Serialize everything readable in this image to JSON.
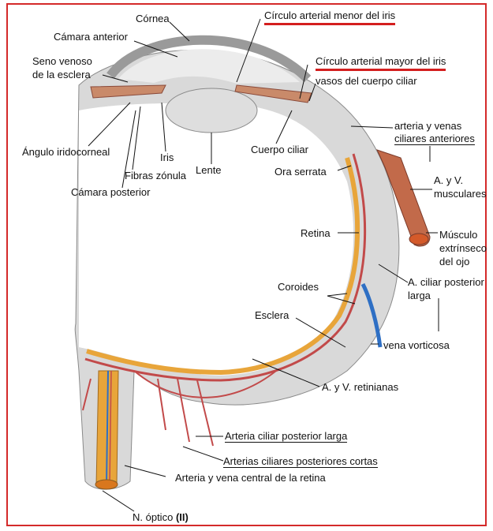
{
  "colors": {
    "frame": "#d42a2a",
    "sclera": "#d8d8d8",
    "retina": "#e8a53a",
    "choroid": "#c24a4a",
    "vein": "#2e6fc4",
    "highlight": "#d41f1f"
  },
  "labels": {
    "cornea": "Córnea",
    "camara_anterior": "Cámara anterior",
    "seno_venoso_1": "Seno venoso",
    "seno_venoso_2": "de la esclera",
    "circulo_menor": "Círculo arterial menor del iris",
    "circulo_mayor": "Círculo arterial mayor del iris",
    "vasos_cuerpo_ciliar": "vasos del cuerpo ciliar",
    "angulo": "Ángulo iridocorneal",
    "iris": "Iris",
    "fibras": "Fibras zónula",
    "camara_posterior": "Cámara posterior",
    "lente": "Lente",
    "cuerpo_ciliar": "Cuerpo ciliar",
    "ora_serrata": "Ora serrata",
    "arteria_venas_1": "arteria y venas",
    "arteria_venas_2": "ciliares anteriores",
    "ayv_musc_1": "A. y V.",
    "ayv_musc_2": "musculares",
    "musculo_1": "Músculo",
    "musculo_2": "extrínseco",
    "musculo_3": "del ojo",
    "retina": "Retina",
    "coroides": "Coroides",
    "ciliar_post_1": "A. ciliar posterior",
    "ciliar_post_2": "larga",
    "esclera": "Esclera",
    "vena_vorticosa": "vena vorticosa",
    "retinianas": "A. y V. retinianas",
    "arteria_ciliar_larga": "Arteria ciliar posterior larga",
    "arterias_cortas": "Arterias ciliares posteriores cortas",
    "arteria_central": "Arteria y vena central de la retina",
    "nervio_optico": "N. óptico",
    "nervio_num": "(II)"
  }
}
